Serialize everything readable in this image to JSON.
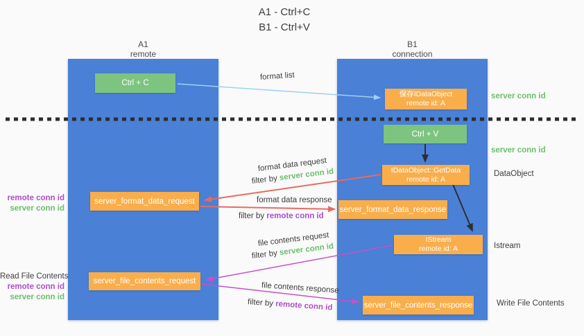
{
  "title": {
    "line1": "A1 - Ctrl+C",
    "line2": "B1 - Ctrl+V"
  },
  "lifelines": {
    "a1": {
      "name": "A1",
      "role": "remote"
    },
    "b1": {
      "name": "B1",
      "role": "connection"
    }
  },
  "nodes": {
    "ctrl_c": {
      "label": "Ctrl + C"
    },
    "save_idataobject": {
      "line1": "保存IDataObject",
      "line2": "remote id: A"
    },
    "ctrl_v": {
      "label": "Ctrl + V"
    },
    "getdata": {
      "line1": "IDataObject::GetData",
      "line2": "remote id: A"
    },
    "format_request": {
      "label": "server_format_data_request"
    },
    "format_response": {
      "label": "server_format_data_response"
    },
    "istream": {
      "line1": "IStream",
      "line2": "remote id: A"
    },
    "file_request": {
      "label": "server_file_contents_request"
    },
    "file_response": {
      "label": "server_file_contents_response"
    }
  },
  "arrow_labels": {
    "format_list": "format list",
    "format_data_request": "format data request",
    "format_data_response": "format data response",
    "file_contents_request": "file contents request",
    "file_contents_response": "file contents response",
    "filter_by": "filter by ",
    "server_conn_id": "server conn id",
    "remote_conn_id": "remote conn id"
  },
  "side_labels": {
    "server_conn_id": "server conn id",
    "remote_conn_id": "remote conn id",
    "dataobject": "DataObject",
    "istream": "Istream",
    "read_file_contents": "Read File Contents",
    "write_file_contents": "Write File Contents"
  },
  "colors": {
    "column_blue": "#4a80d6",
    "node_green": "#7cc47f",
    "node_orange": "#f9ae4b",
    "arrow_red": "#e96a5f",
    "arrow_magenta": "#c651c6",
    "arrow_lightblue": "#9fd2ee",
    "arrow_black": "#2f2f2f",
    "text_green": "#6abf69",
    "text_purple": "#ab4fc8"
  }
}
